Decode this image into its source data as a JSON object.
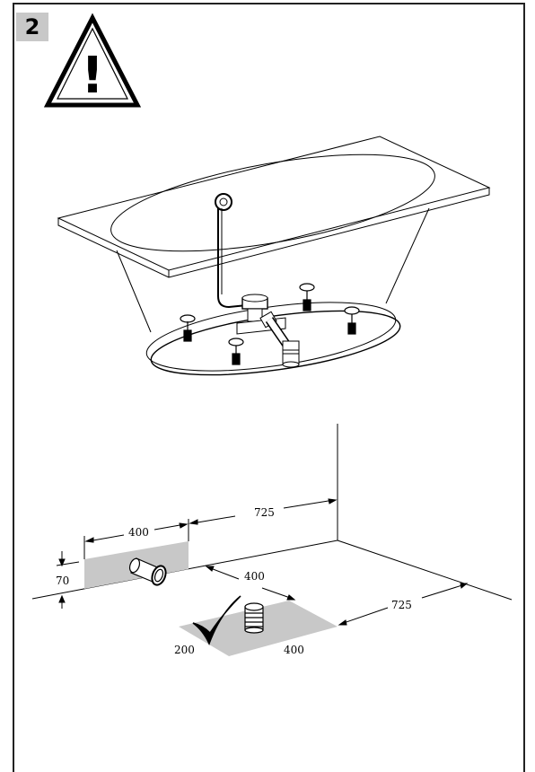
{
  "step": {
    "number": "2"
  },
  "warning": {
    "symbol": "!"
  },
  "dimensions": {
    "upper_width": "400",
    "wall_distance": "725",
    "height": "70",
    "outlet_distance": "400",
    "floor_side_distance": "725",
    "floor_width": "200",
    "floor_length": "400"
  },
  "colors": {
    "zone_fill": "#c8c8c8",
    "line": "#000000"
  },
  "icons": [
    "warning-triangle-icon",
    "checkmark-icon"
  ]
}
